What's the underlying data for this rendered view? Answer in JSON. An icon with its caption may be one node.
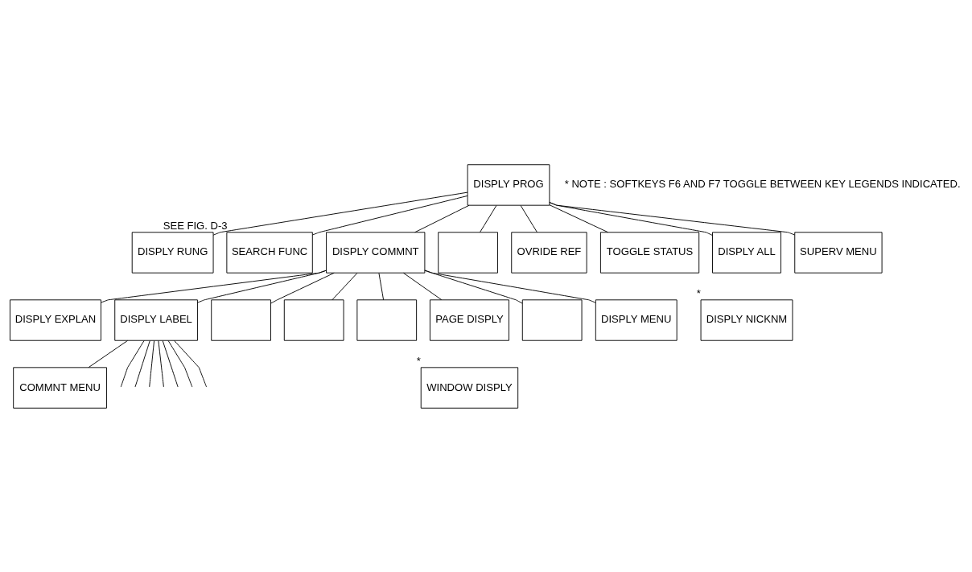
{
  "diagram": {
    "nodes": [
      {
        "text": [
          "DISPLY PROG"
        ]
      },
      {
        "text": [
          "DISPLY RUNG"
        ]
      },
      {
        "text": [
          "SEARCH FUNC"
        ],
        "beside": [
          "SEE FIG. D-3"
        ]
      },
      {
        "text": [
          "DISPLY COMMNT"
        ]
      },
      {
        "text": [],
        "shape": "box"
      },
      {
        "text": [
          "OVRIDE REF"
        ]
      },
      {
        "text": [
          "TOGGLE STATUS"
        ]
      },
      {
        "text": [
          "DISPLY ALL"
        ]
      },
      {
        "text": [
          "DISPLY NICKNM"
        ],
        "beside": [
          "*"
        ]
      },
      {
        "text": [
          "SUPERV MENU"
        ]
      },
      {
        "text": [
          "DISPLY EXPLAN"
        ]
      },
      {
        "text": [
          "DISPLY LABEL"
        ]
      },
      {
        "text": [],
        "shape": "box"
      },
      {
        "text": [],
        "shape": "box"
      },
      {
        "text": [],
        "shape": "box"
      },
      {
        "text": [
          "PAGE DISPLY"
        ]
      },
      {
        "text": [
          "WINDOW DISPLY"
        ],
        "beside": [
          "*"
        ]
      },
      {
        "text": [],
        "shape": "box"
      },
      {
        "text": [
          "DISPLY MENU"
        ]
      },
      {
        "text": [
          "COMMNT MENU"
        ]
      }
    ],
    "edges": [
      {
        "from": 0,
        "to": 1,
        "arrow": "none"
      },
      {
        "from": 0,
        "to": 2,
        "arrow": "none"
      },
      {
        "from": 0,
        "to": 3,
        "arrow": "none"
      },
      {
        "from": 0,
        "to": 4,
        "arrow": "none"
      },
      {
        "from": 0,
        "to": 5,
        "arrow": "none"
      },
      {
        "from": 0,
        "to": 6,
        "arrow": "none"
      },
      {
        "from": 0,
        "to": 7,
        "arrow": "none"
      },
      {
        "from": 0,
        "to": 9,
        "arrow": "none"
      },
      {
        "from": 3,
        "to": 10,
        "arrow": "none"
      },
      {
        "from": 3,
        "to": 11,
        "arrow": "none"
      },
      {
        "from": 3,
        "to": 12,
        "arrow": "none"
      },
      {
        "from": 3,
        "to": 13,
        "arrow": "none"
      },
      {
        "from": 3,
        "to": 14,
        "arrow": "none"
      },
      {
        "from": 3,
        "to": 15,
        "arrow": "none"
      },
      {
        "from": 3,
        "to": 17,
        "arrow": "none"
      },
      {
        "from": 3,
        "to": 18,
        "arrow": "none"
      },
      {
        "from": 11,
        "to": null,
        "arrow": "none"
      },
      {
        "from": 11,
        "to": null,
        "arrow": "none"
      },
      {
        "from": 11,
        "to": null,
        "arrow": "none"
      },
      {
        "from": 11,
        "to": null,
        "arrow": "none"
      },
      {
        "from": 11,
        "to": null,
        "arrow": "none"
      },
      {
        "from": 11,
        "to": null,
        "arrow": "none"
      },
      {
        "from": 11,
        "to": null,
        "arrow": "none"
      },
      {
        "from": 11,
        "to": 19,
        "arrow": "none"
      }
    ],
    "labels": [
      "* NOTE : SOFTKEYS F6 AND F7 TOGGLE BETWEEN KEY LEGENDS INDICATED."
    ]
  }
}
